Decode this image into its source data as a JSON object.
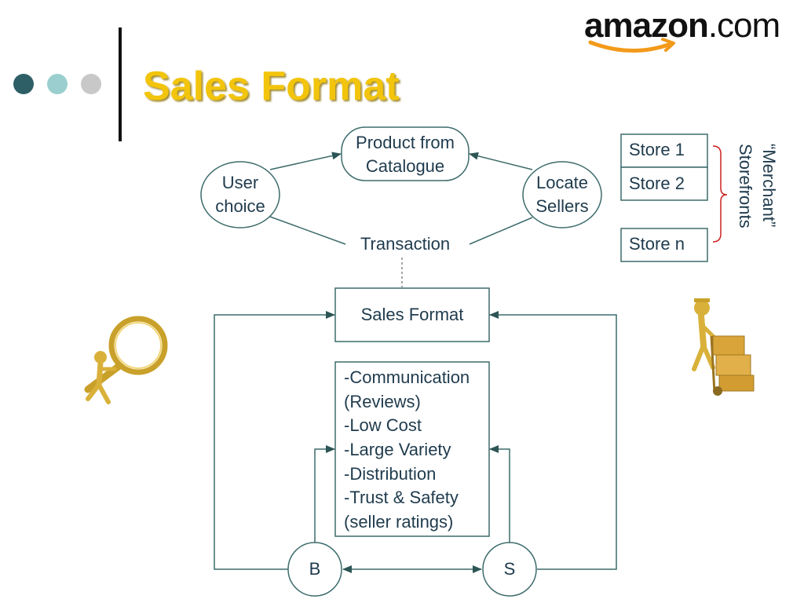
{
  "slide": {
    "title": "Sales Format",
    "logo": {
      "brand": "amazon",
      "suffix": ".com"
    },
    "dot_colors": [
      "#2f5f66",
      "#9bcfcf",
      "#c8c8c8"
    ]
  },
  "diagram": {
    "nodes": {
      "product": {
        "line1": "Product from",
        "line2": "Catalogue"
      },
      "user": {
        "line1": "User",
        "line2": "choice"
      },
      "locate": {
        "line1": "Locate",
        "line2": "Sellers"
      },
      "transaction": "Transaction",
      "sales_format": "Sales Format",
      "buyer": "B",
      "seller": "S"
    },
    "stores": [
      "Store 1",
      "Store 2",
      "Store n"
    ],
    "storefronts_label": {
      "line1": "“Merchant”",
      "line2": "Storefronts"
    },
    "features": [
      "-Communication",
      "(Reviews)",
      "-Low Cost",
      "-Large Variety",
      "-Distribution",
      "-Trust & Safety",
      "(seller ratings)"
    ],
    "colors": {
      "line": "#3d6b6b",
      "text": "#1f3b4d",
      "brace": "#cc2222"
    }
  }
}
